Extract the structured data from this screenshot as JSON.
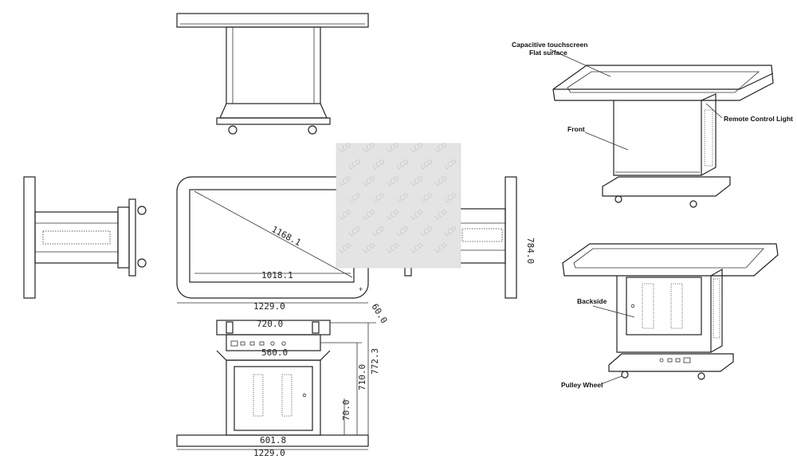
{
  "dimensions": {
    "diag_inner": "1168.1",
    "inner_width": "1018.1",
    "outer_width_top": "1229.0",
    "corner_60": "60.0",
    "side_height": "784.0",
    "front_top_width": "720.0",
    "front_inner_width": "560.0",
    "height_772": "772.3",
    "height_710": "710.0",
    "height_70": "70.0",
    "base_width": "601.8",
    "outer_width_bottom": "1229.0"
  },
  "callouts": {
    "capacitive": "Capacitive touchscreen",
    "flat_surface": "Flat surface",
    "remote_light": "Remote Control Light",
    "front": "Front",
    "backside": "Backside",
    "pulley": "Pulley Wheel"
  },
  "watermark": {
    "text": "LCD"
  },
  "colors": {
    "line": "#222222",
    "background": "#ffffff",
    "watermark_patch": "#e4e4e4"
  }
}
